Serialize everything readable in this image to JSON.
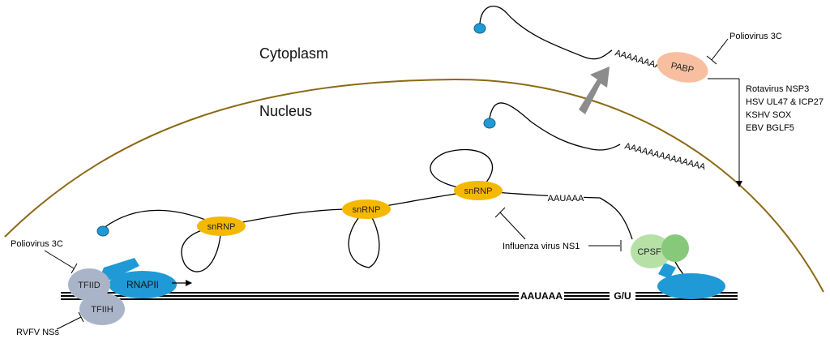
{
  "compartments": {
    "cytoplasm": "Cytoplasm",
    "nucleus": "Nucleus"
  },
  "complexes": {
    "tfiid": "TFIID",
    "tfiih": "TFIIH",
    "rnapii": "RNAPII",
    "snrnp": "snRNP",
    "cpsf": "CPSF",
    "pabp": "PABP"
  },
  "sequences": {
    "dna_polya_signal": "AAUAAA",
    "dna_gu": "G/U",
    "rna_polya_signal": "AAUAAA",
    "polya_tail": "AAAAAAAAAAAAAA"
  },
  "inhibitors": {
    "poliovirus_3c_top": "Poliovirus 3C",
    "poliovirus_3c_left": "Poliovirus 3C",
    "rvfv_nss": "RVFV NSs",
    "influenza_ns1": "Influenza virus NS1",
    "decay_list": [
      "Rotavirus NSP3",
      "HSV UL47 & ICP27",
      "KSHV SOX",
      "EBV BGLF5"
    ]
  },
  "colors": {
    "membrane": "#8b6914",
    "snrnp": "#f5b800",
    "rnapii": "#1f9ad6",
    "general_tf": "#aab4c8",
    "cpsf_light": "#b6e0a6",
    "cpsf_dark": "#86c97a",
    "pabp": "#f7bfa0",
    "cap": "#1f9ad6",
    "export_arrow": "#8c8c8c"
  }
}
